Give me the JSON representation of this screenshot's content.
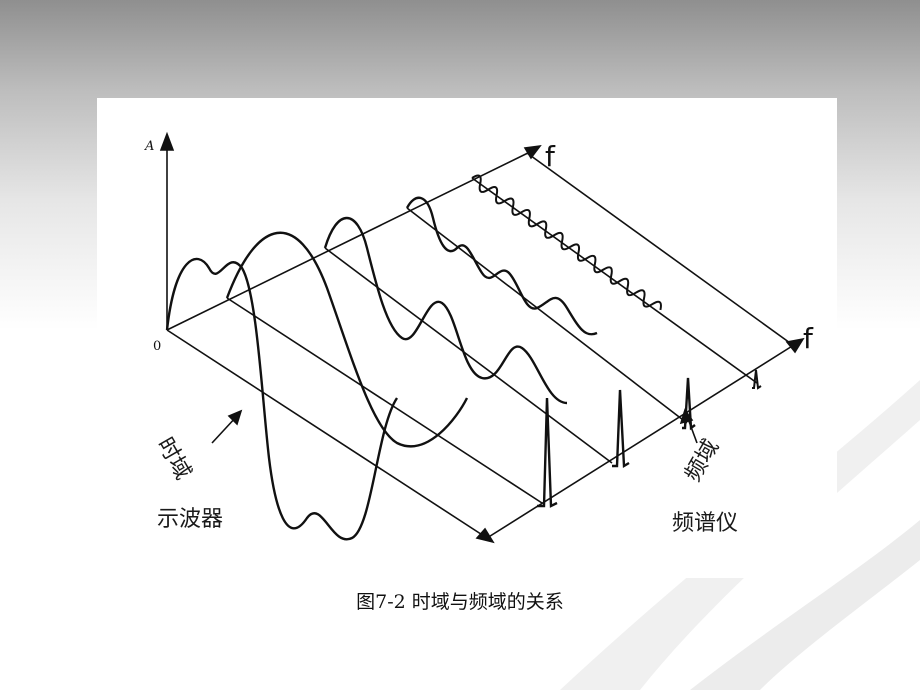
{
  "figure": {
    "axis_amplitude_label": "A",
    "origin_label": "0",
    "axis_f_top": "f",
    "axis_f_right": "f",
    "time_domain_label": "时域",
    "time_instrument_label": "示波器",
    "freq_domain_label": "频域",
    "freq_instrument_label": "频谱仪",
    "caption": "图7-2 时域与频域的关系"
  }
}
